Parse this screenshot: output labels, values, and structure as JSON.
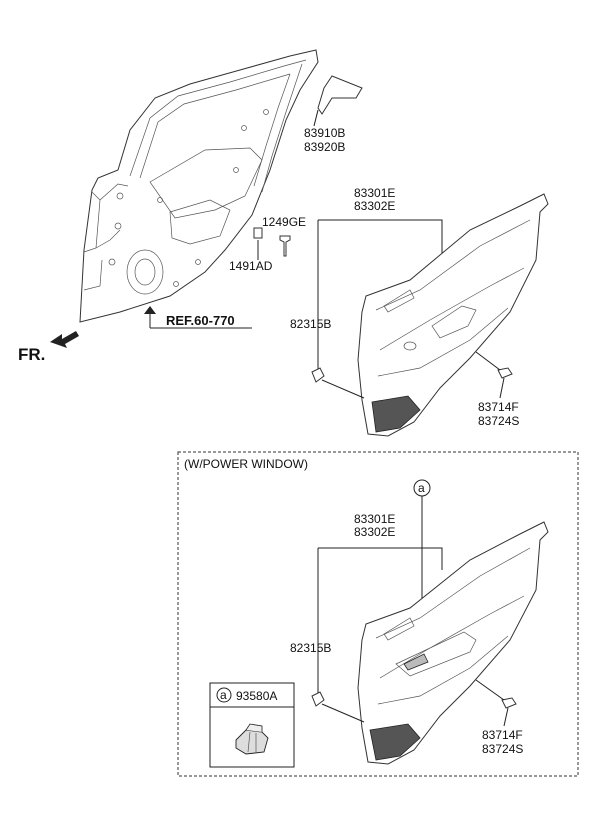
{
  "fr_label": "FR.",
  "ref_label": "REF.60-770",
  "top_section": {
    "glass_trim_codes": [
      "83910B",
      "83920B"
    ],
    "panel_codes": [
      "83301E",
      "83302E"
    ],
    "clip_code": "82315B",
    "screw_code": "1249GE",
    "nut_code": "1491AD",
    "handle_codes": [
      "83714F",
      "83724S"
    ]
  },
  "power_window_section": {
    "title": "(W/POWER WINDOW)",
    "callout_letter": "a",
    "panel_codes": [
      "83301E",
      "83302E"
    ],
    "clip_code": "82315B",
    "handle_codes": [
      "83714F",
      "83724S"
    ],
    "switch_callout_letter": "a",
    "switch_code": "93580A"
  }
}
